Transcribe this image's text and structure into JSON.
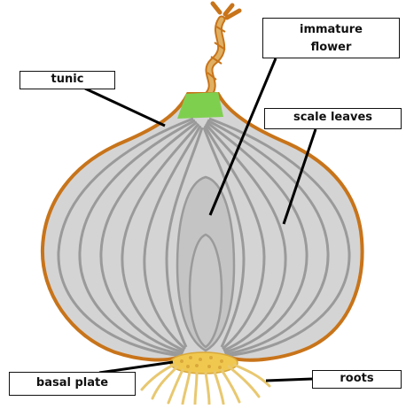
{
  "labels": {
    "tunic": "tunic",
    "immature_flower_line1": "immature",
    "immature_flower_line2": "flower",
    "scale_leaves": "scale leaves",
    "basal_plate": "basal plate",
    "roots": "roots"
  },
  "colors": {
    "outline": "#c8741a",
    "flesh": "#d4d4d4",
    "rings": "#9a9a9a",
    "core": "#bdbdbd",
    "neck_green": "#7fcf4f",
    "basal_plate": "#f0c850",
    "roots": "#e8c870",
    "stem": "#d9a24a"
  }
}
